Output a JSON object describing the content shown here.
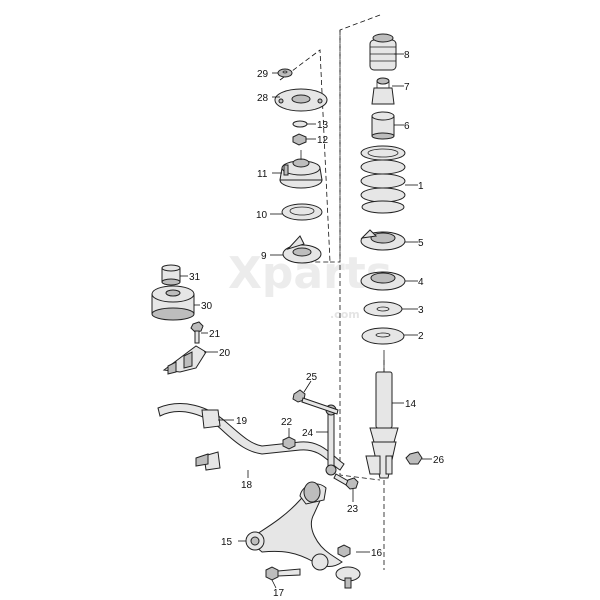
{
  "watermark": {
    "text": "Xparts",
    "sub": ".com"
  },
  "labels": {
    "p1": "1",
    "p2": "2",
    "p3": "3",
    "p4": "4",
    "p5": "5",
    "p6": "6",
    "p7": "7",
    "p8": "8",
    "p9": "9",
    "p10": "10",
    "p11": "11",
    "p12": "12",
    "p13": "13",
    "p14": "14",
    "p15": "15",
    "p16": "16",
    "p17": "17",
    "p18": "18",
    "p19": "19",
    "p20": "20",
    "p21": "21",
    "p22": "22",
    "p23": "23",
    "p24": "24",
    "p25": "25",
    "p26": "26",
    "p28": "28",
    "p29": "29",
    "p30": "30",
    "p31": "31"
  }
}
